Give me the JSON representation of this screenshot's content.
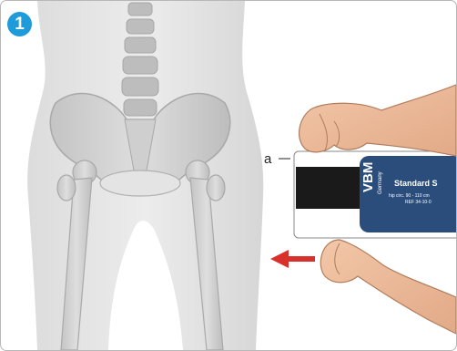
{
  "step": {
    "number": "1",
    "color": "#1e9bd8"
  },
  "callout_label": "a",
  "band": {
    "brand": "VBM",
    "brand_country": "Germany",
    "product_title": "Standard S",
    "size_text": "hip circ. 90 - 110 cm",
    "ref_text": "REF 34-10-0",
    "band_color": "#2a4d7c"
  },
  "arrow": {
    "direction": "left",
    "color": "#d8302a"
  }
}
